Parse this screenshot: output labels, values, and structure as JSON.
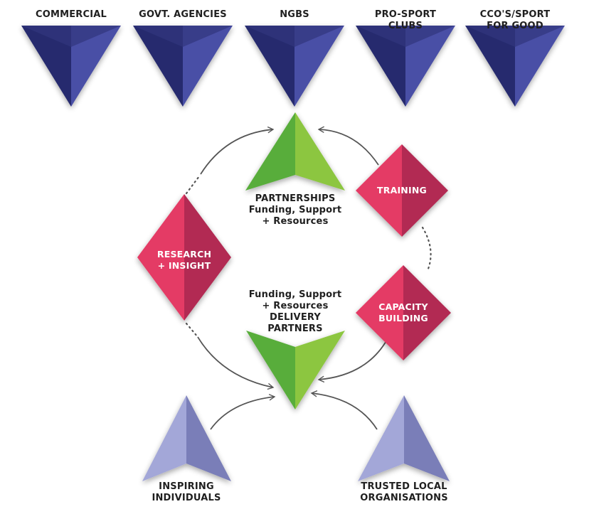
{
  "stakeholders": [
    {
      "label": "COMMERCIAL"
    },
    {
      "label": "GOVT. AGENCIES"
    },
    {
      "label": "NGBS"
    },
    {
      "label": "PRO-SPORT\nCLUBS"
    },
    {
      "label": "CCO'S/SPORT\nFOR GOOD"
    }
  ],
  "hub": {
    "partnerships_title": "PARTNERSHIPS",
    "partnerships_sub": "Funding, Support\n+ Resources",
    "delivery_sub": "Funding, Support\n+ Resources",
    "delivery_title": "DELIVERY\nPARTNERS"
  },
  "services": {
    "training": "TRAINING",
    "research": "RESEARCH\n+ INSIGHT",
    "capacity": "CAPACITY\nBUILDING"
  },
  "grassroots": {
    "individuals": "INSPIRING\nINDIVIDUALS",
    "organisations": "TRUSTED LOCAL\nORGANISATIONS"
  },
  "colors": {
    "navy_dark": "#262b6e",
    "navy_light": "#4a4fa6",
    "green_dark": "#58ad3a",
    "green_light": "#8cc63f",
    "red_dark": "#b22b52",
    "red_light": "#e43b65",
    "lavender_light": "#a3a7d8",
    "lavender_dark": "#7a7eb8",
    "arrow": "#555555"
  }
}
